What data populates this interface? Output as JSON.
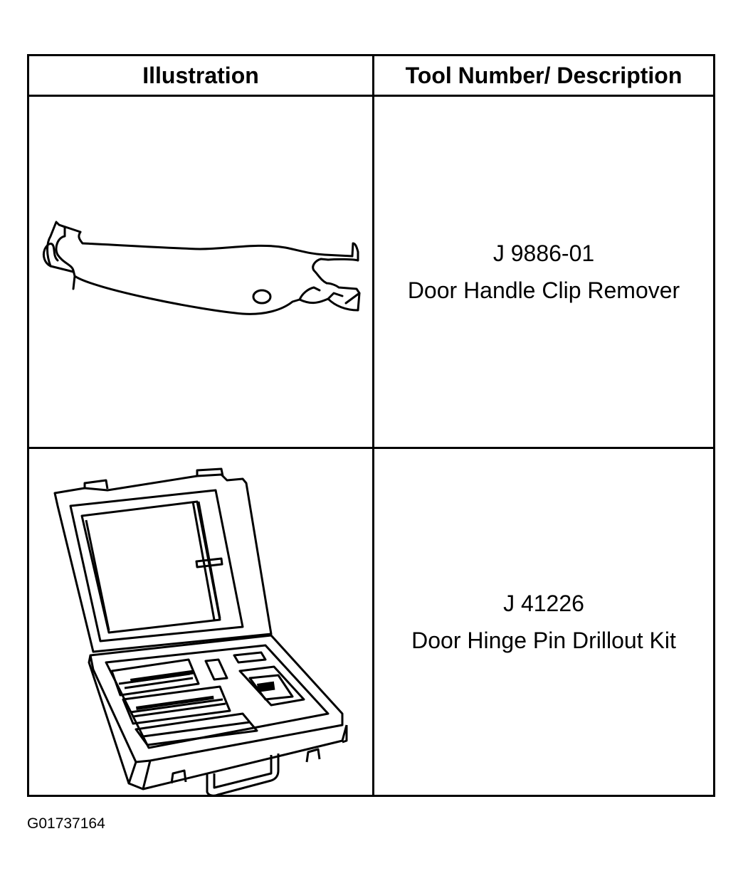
{
  "table": {
    "headers": {
      "illustration": "Illustration",
      "description": "Tool Number/ Description"
    },
    "rows": [
      {
        "tool_number": "J 9886-01",
        "description": "Door Handle Clip Remover",
        "illustration_icon": "door-handle-clip-remover-icon"
      },
      {
        "tool_number": "J 41226",
        "description": "Door Hinge Pin Drillout Kit",
        "illustration_icon": "drillout-kit-case-icon"
      }
    ]
  },
  "figure_id": "G01737164"
}
